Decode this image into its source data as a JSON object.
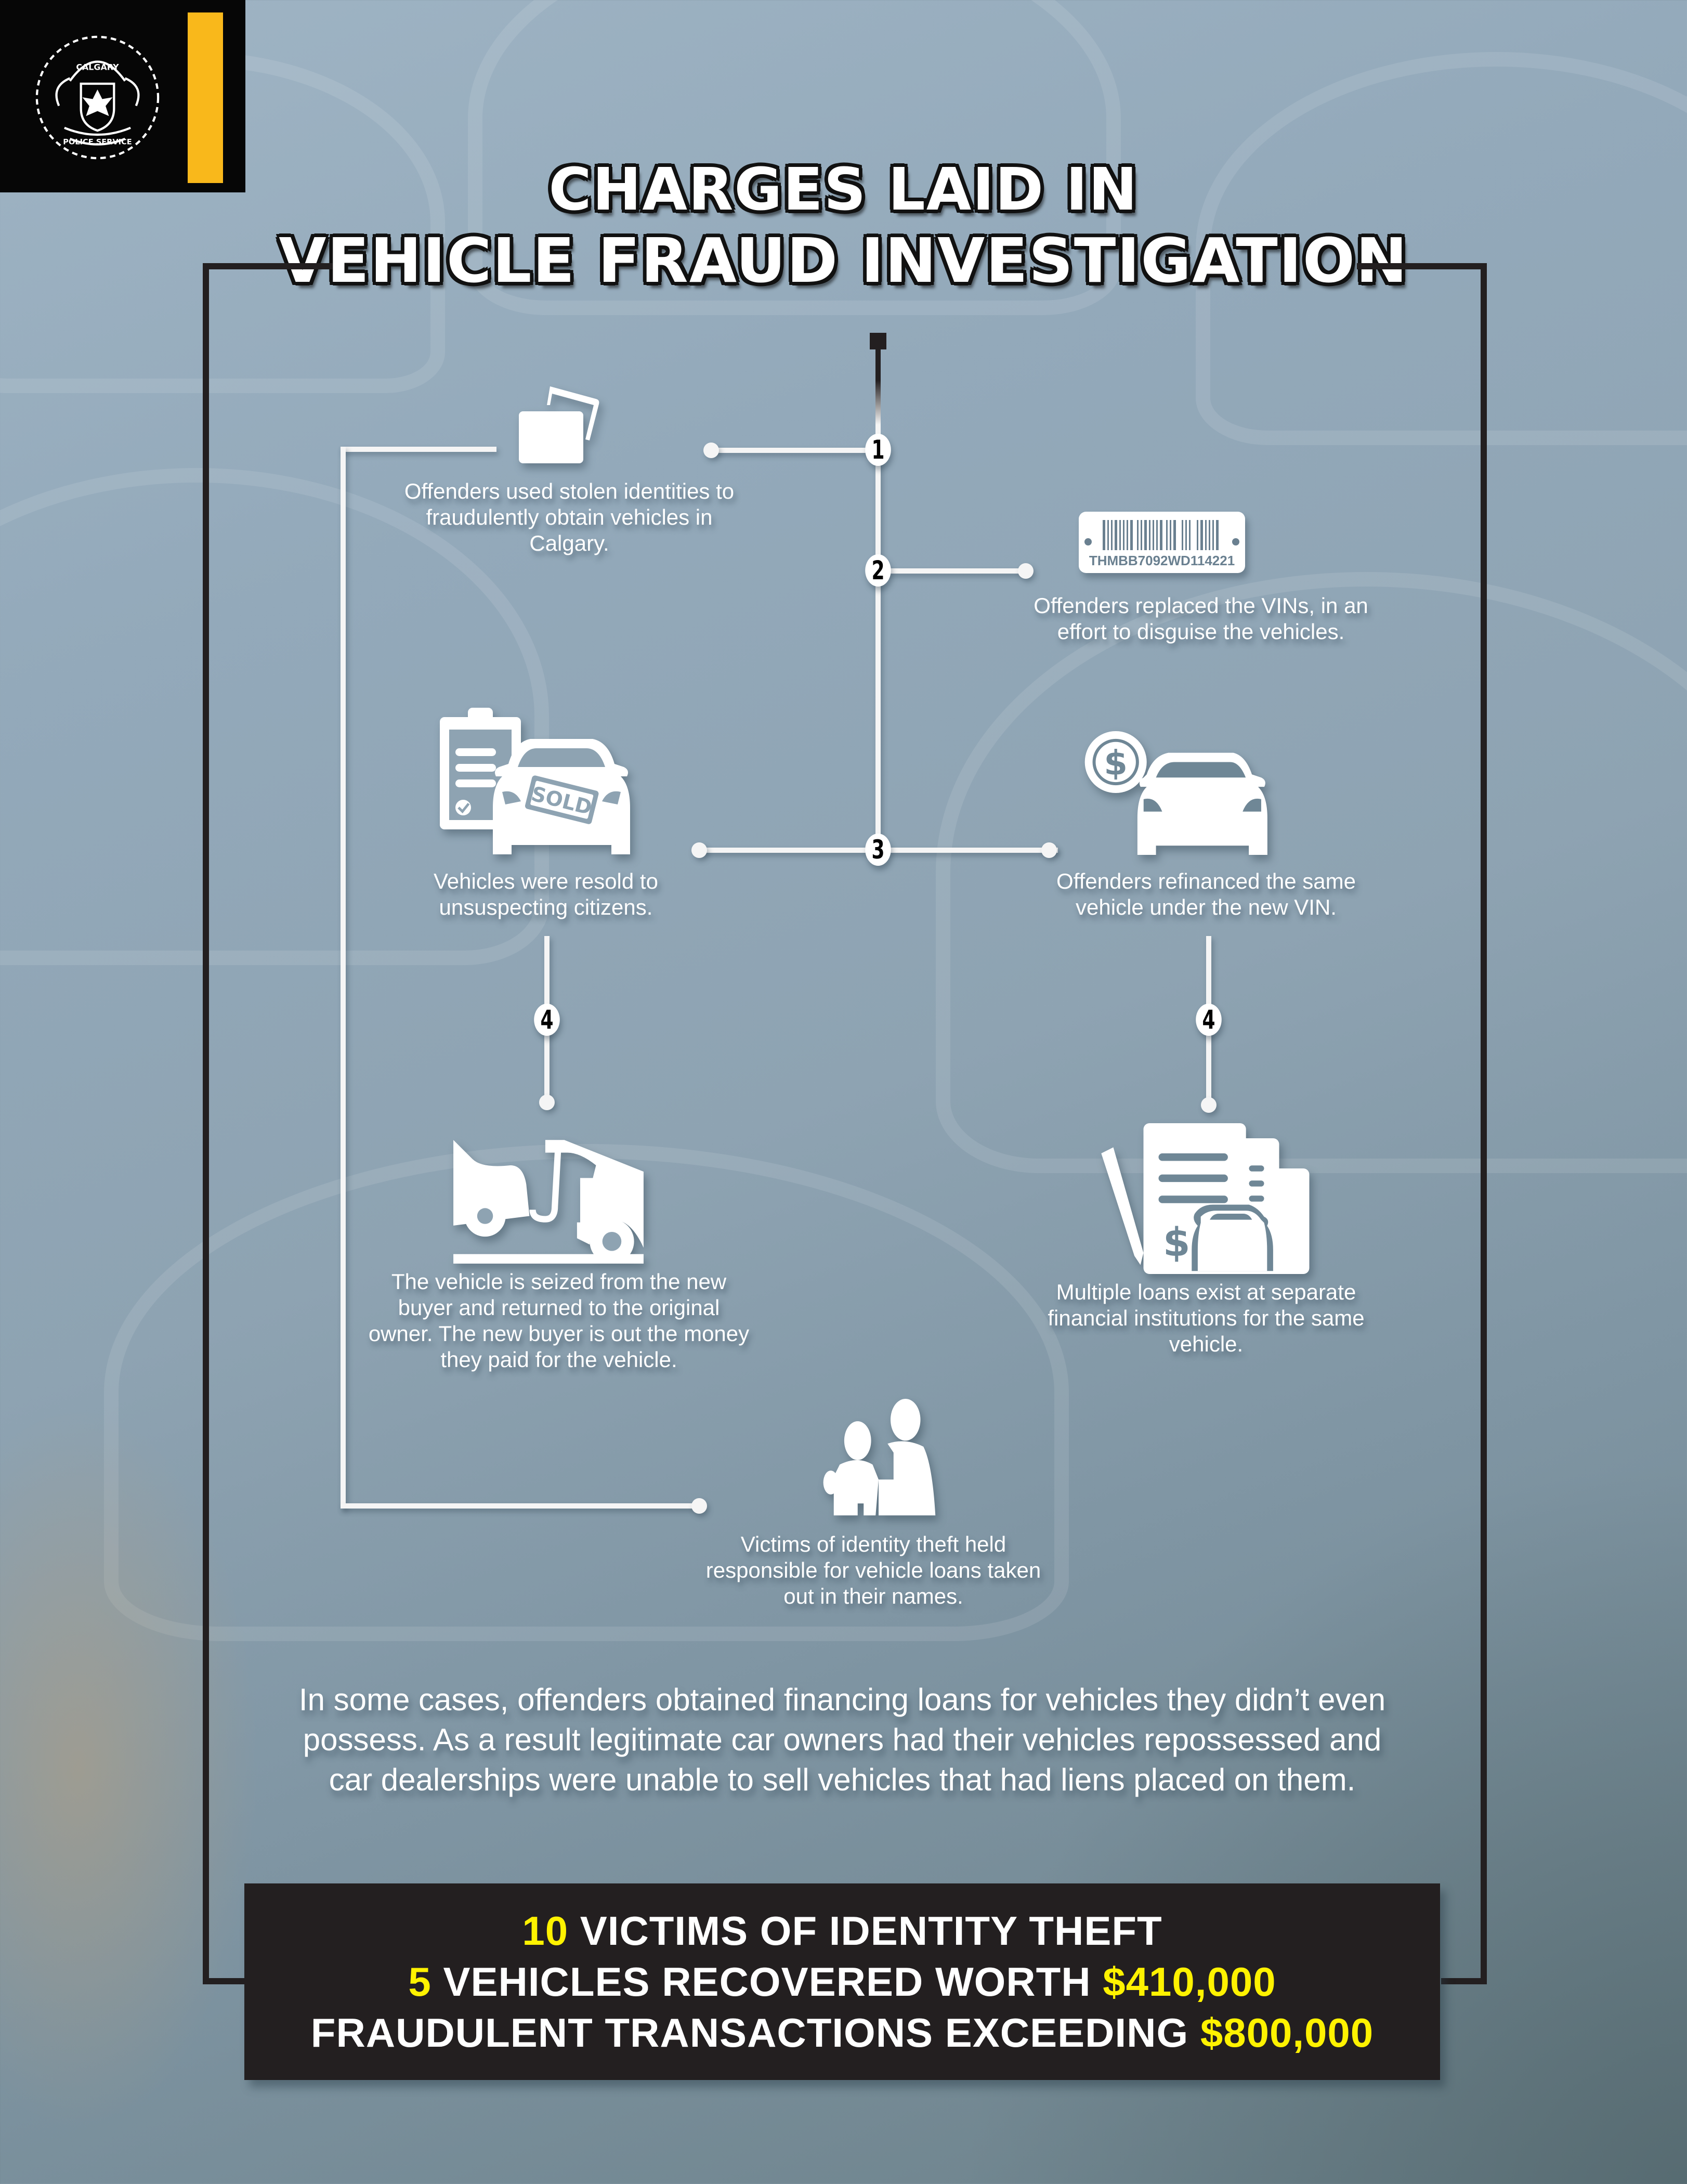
{
  "header": {
    "logo": {
      "organization_top": "CALGARY",
      "organization_bottom": "POLICE SERVICE",
      "accent_color": "#f9b81b"
    },
    "title_line_1": "CHARGES LAID IN",
    "title_line_2": "VEHICLE FRAUD INVESTIGATION"
  },
  "steps": {
    "step1": {
      "number": "1",
      "icon": "id-cards-icon",
      "text": "Offenders used stolen identities to fraudulently obtain vehicles in Calgary."
    },
    "step2": {
      "number": "2",
      "icon": "vin-plate-icon",
      "vin": "THMBB7092WD114221",
      "text": "Offenders replaced the VINs, in an effort to disguise the vehicles."
    },
    "step3": {
      "number": "3",
      "left": {
        "icon": "sold-car-clipboard-icon",
        "sold_label": "SOLD",
        "text": "Vehicles were resold to unsuspecting citizens."
      },
      "right": {
        "icon": "car-refinance-icon",
        "text": "Offenders refinanced the same vehicle under the new VIN."
      }
    },
    "step4_left": {
      "number": "4",
      "icon": "tow-truck-icon",
      "text": "The vehicle is seized from the new buyer and returned to the original owner. The new buyer is out the money they paid for the vehicle."
    },
    "step4_right": {
      "number": "4",
      "icon": "loan-documents-icon",
      "text": "Multiple loans exist at separate financial institutions for the same vehicle."
    },
    "final": {
      "icon": "victims-people-icon",
      "text": "Victims of identity theft held responsible for vehicle loans taken out in their names."
    }
  },
  "summary": "In some cases, offenders obtained financing loans for vehicles they didn’t even possess. As a result legitimate car owners had their vehicles repossessed and car dealerships were unable to sell vehicles that had liens placed on them.",
  "stats": {
    "highlight_color": "#fff200",
    "line1": {
      "value": "10",
      "label": "VICTIMS OF IDENTITY THEFT"
    },
    "line2": {
      "value": "5",
      "label": "VEHICLES RECOVERED WORTH",
      "amount": "$410,000"
    },
    "line3": {
      "label": "FRAUDULENT TRANSACTIONS EXCEEDING",
      "amount": "$800,000"
    }
  }
}
